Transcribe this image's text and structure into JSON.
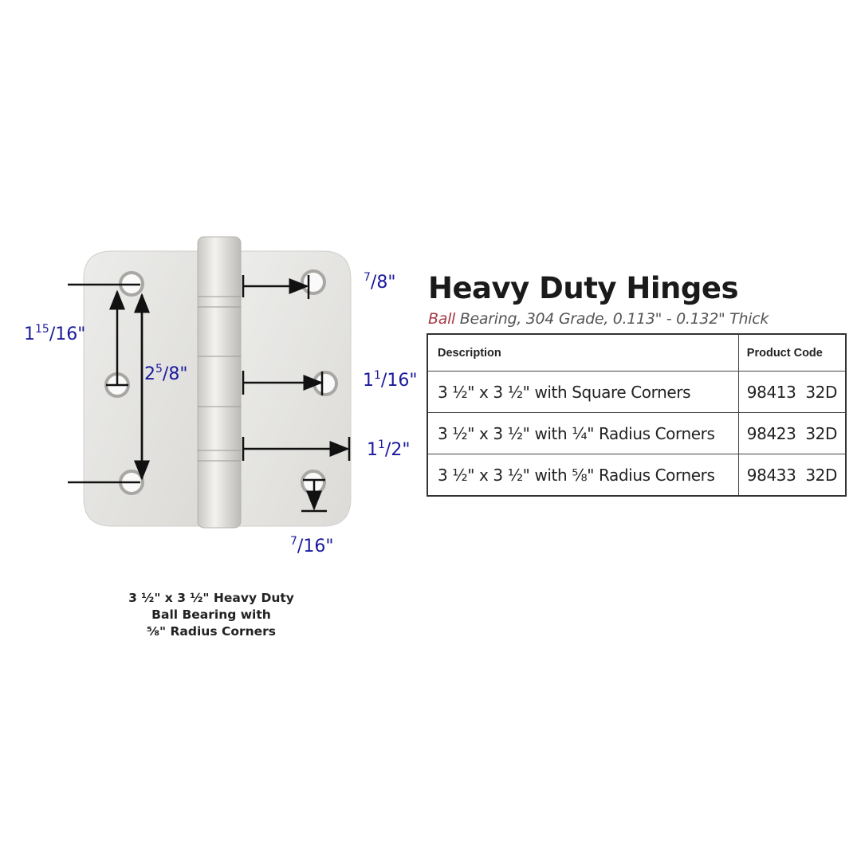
{
  "product": {
    "title": "Heavy Duty Hinges",
    "subtitle_accent": "Ball",
    "subtitle_rest": " Bearing, 304 Grade, 0.113\" - 0.132\" Thick",
    "caption_lines": [
      "3 ½\" x 3 ½\" Heavy Duty",
      "Ball Bearing with",
      "⅝\" Radius Corners"
    ]
  },
  "dimensions": {
    "top_hole_from_barrel": {
      "whole": "",
      "num": "7",
      "den": "/8\""
    },
    "left_hole_spacing": {
      "whole": "1",
      "num": "15",
      "den": "/16\""
    },
    "outer_hole_spacing": {
      "whole": "2",
      "num": "5",
      "den": "/8\""
    },
    "middle_hole_from_barrel": {
      "whole": "1",
      "num": "1",
      "den": "/16\""
    },
    "leaf_width": {
      "whole": "1",
      "num": "1",
      "den": "/2\""
    },
    "bottom_hole_from_edge": {
      "whole": "",
      "num": "7",
      "den": "/16\""
    }
  },
  "table": {
    "headers": [
      "Description",
      "Product Code"
    ],
    "rows": [
      {
        "description": "3 ½\" x 3 ½\" with Square Corners",
        "code": "98413  32D"
      },
      {
        "description": "3 ½\" x 3 ½\" with ¼\" Radius Corners",
        "code": "98423  32D"
      },
      {
        "description": "3 ½\" x 3 ½\"  with ⅝\" Radius Corners",
        "code": "98433  32D"
      }
    ]
  },
  "colors": {
    "dimension": "#1a1a9e",
    "accent": "#a33a45"
  }
}
